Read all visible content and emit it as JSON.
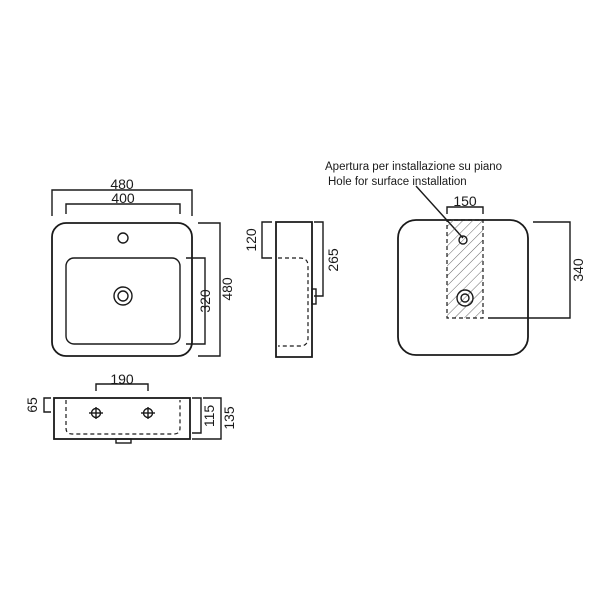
{
  "top_view": {
    "overall_width": "480",
    "inner_width": "400",
    "inner_depth": "320",
    "overall_depth": "480"
  },
  "side_view": {
    "top_height": "120",
    "depth_to_drain": "265"
  },
  "counter_view": {
    "note_it": "Apertura per installazione su piano",
    "note_en": "Hole for surface installation",
    "hole_width": "150",
    "hole_depth": "340"
  },
  "front_view": {
    "tap_spacing": "190",
    "rim": "65",
    "height_a": "115",
    "height_b": "135"
  }
}
